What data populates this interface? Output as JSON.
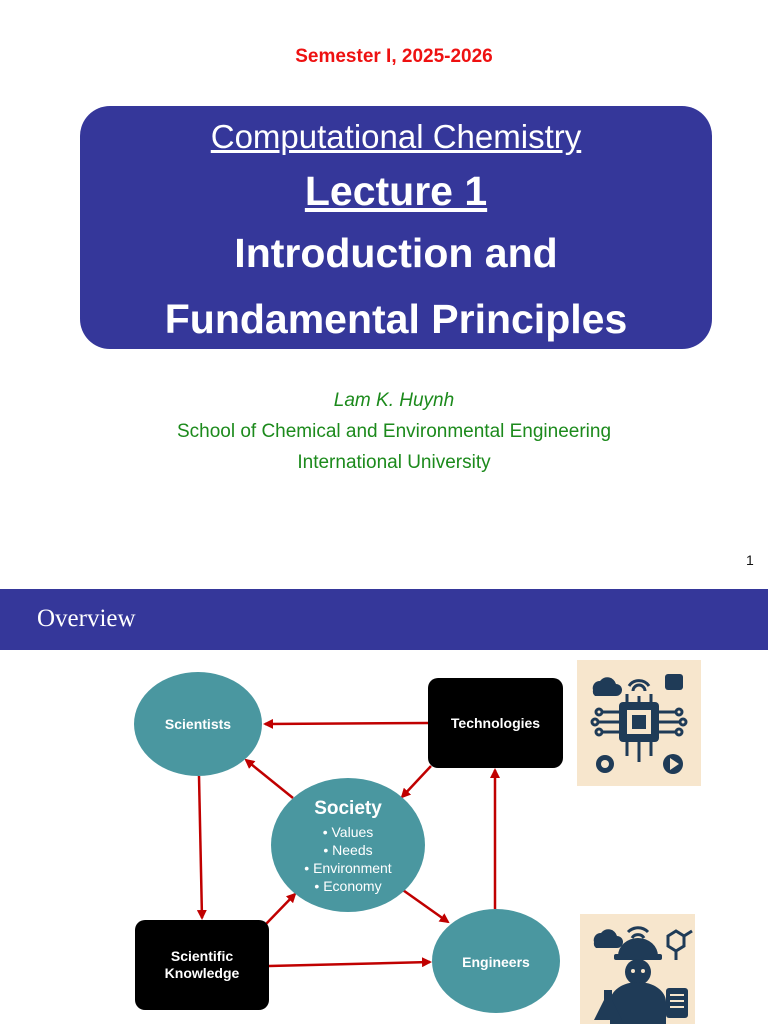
{
  "slide1": {
    "semester": "Semester I, 2025-2026",
    "course": "Computational Chemistry",
    "lecture": "Lecture 1",
    "topic_line1": "Introduction and",
    "topic_line2": "Fundamental Principles",
    "author": "Lam K. Huynh",
    "school": "School of Chemical and Environmental Engineering",
    "university": "International University",
    "page_number": "1"
  },
  "slide2": {
    "title": "Overview",
    "nodes": {
      "scientists": "Scientists",
      "technologies": "Technologies",
      "society": "Society",
      "society_items": [
        "Values",
        "Needs",
        "Environment",
        "Economy"
      ],
      "knowledge_line1": "Scientific",
      "knowledge_line2": "Knowledge",
      "engineers": "Engineers"
    },
    "icons": [
      "technology-circuit-icon",
      "engineer-scientist-icon"
    ]
  },
  "colors": {
    "title_blue": "#35379a",
    "semester_red": "#ee1111",
    "author_green": "#1c8a1c",
    "node_teal": "#4a97a0",
    "arrow_red": "#c00000",
    "icon_navy": "#1f3b57",
    "icon_bg": "#f7e6cd"
  }
}
